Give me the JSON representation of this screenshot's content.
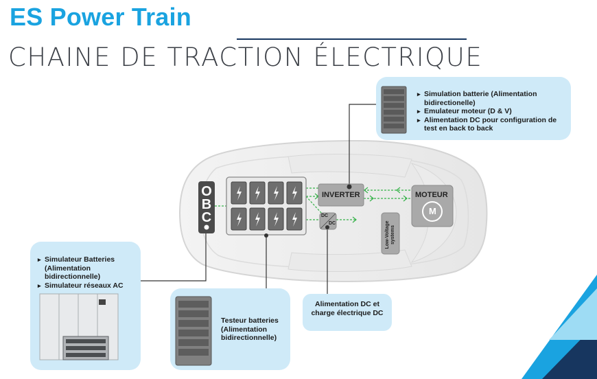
{
  "header": {
    "title": "ES Power Train",
    "subtitle": "CHAINE DE TRACTION ÉLECTRIQUE"
  },
  "colors": {
    "brand_blue": "#1aa3e0",
    "box_fill": "#cfeaf8",
    "dark_navy": "#17365f",
    "flow_green": "#37b34a",
    "module_grey": "#a9a9a9"
  },
  "modules": {
    "obc": {
      "letters": [
        "O",
        "B",
        "C"
      ]
    },
    "inverter": {
      "label": "INVERTER"
    },
    "moteur": {
      "label": "MOTEUR",
      "symbol": "M"
    },
    "dcdc": {
      "top": "DC",
      "bottom": "DC"
    },
    "low_voltage": {
      "label": "Low-Voltage systems"
    }
  },
  "boxes": {
    "top_right": {
      "items": [
        "Simulation batterie (Alimentation bidirectionelle)",
        "Emulateur moteur (D & V)",
        "Alimentation DC pour configuration de test en back to back"
      ]
    },
    "left": {
      "items": [
        "Simulateur Batteries (Alimentation bidirectionnelle)",
        "Simulateur réseaux AC"
      ]
    },
    "bottom_center": {
      "text": "Testeur batteries (Alimentation bidirectionnelle)"
    },
    "bottom_right": {
      "text": "Alimentation DC et charge électrique DC"
    }
  }
}
